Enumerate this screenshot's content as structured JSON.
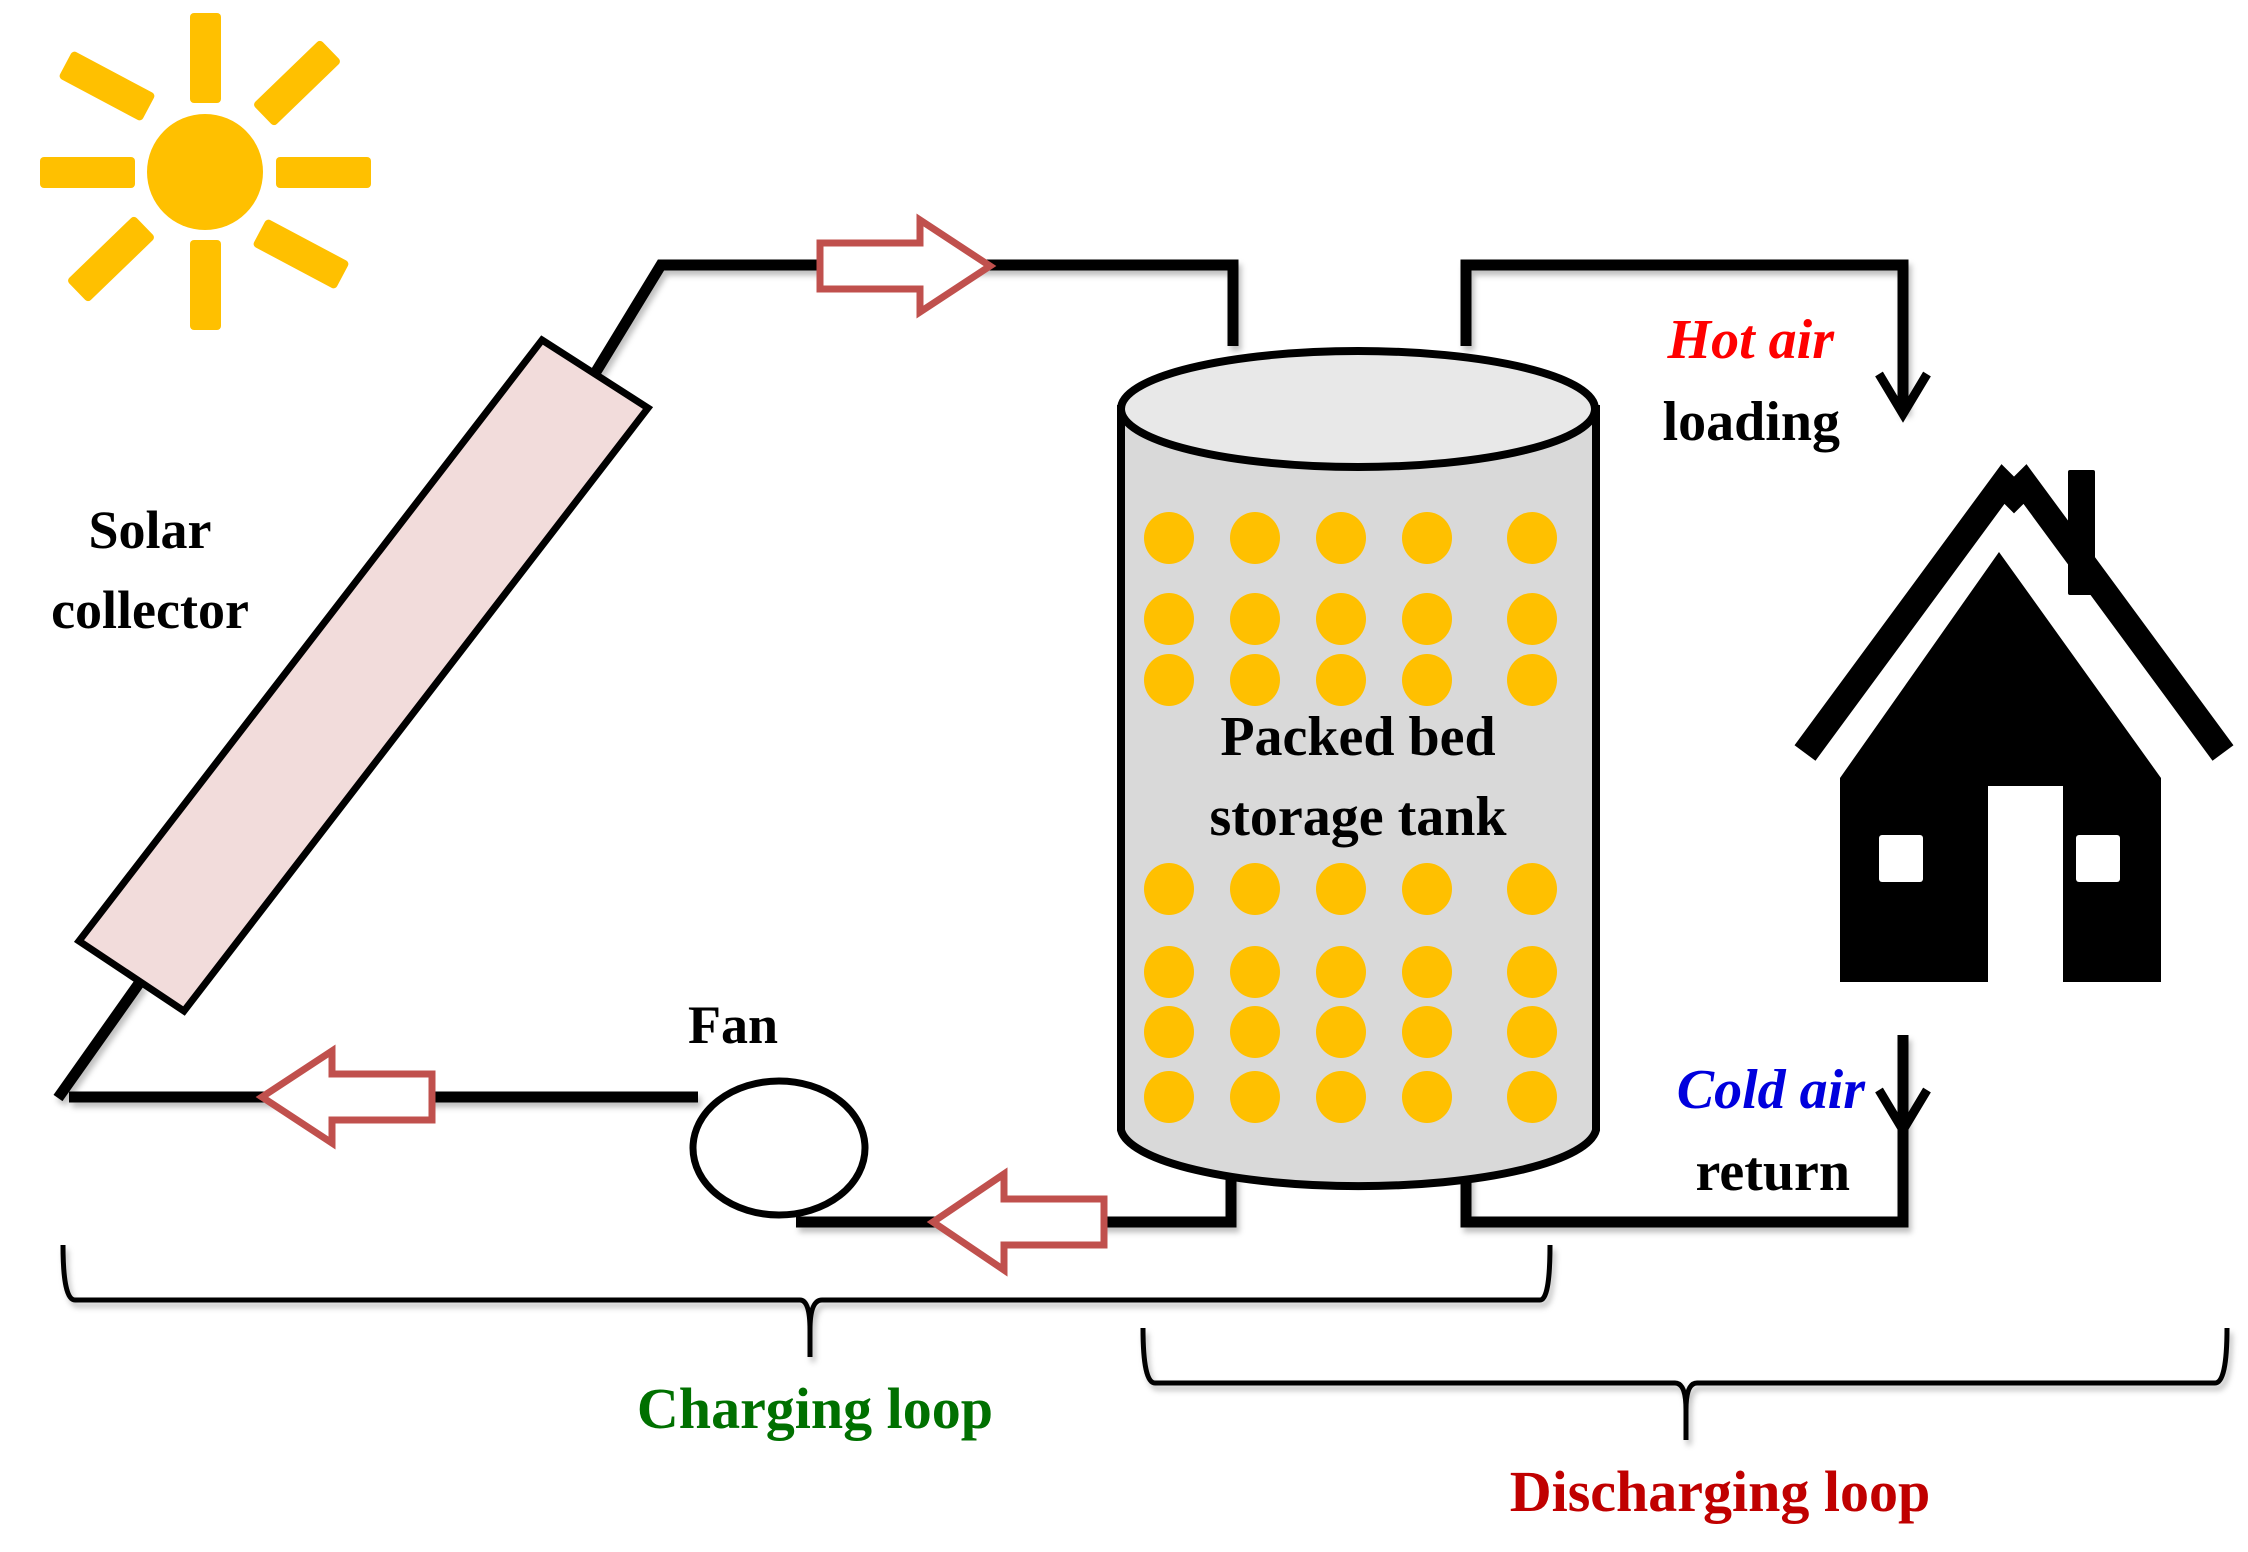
{
  "figure": {
    "title": "Solar air heating system with packed bed thermal storage",
    "labels": {
      "solar_collector_line1": "Solar",
      "solar_collector_line2": "collector",
      "fan": "Fan",
      "tank_line1": "Packed bed",
      "tank_line2": "storage tank",
      "hot_air": "Hot air",
      "loading": "loading",
      "cold_air": "Cold air",
      "return": "return",
      "charging_loop": "Charging loop",
      "discharging_loop": "Discharging loop"
    },
    "colors": {
      "sun": "#ffc000",
      "collector_fill": "#f2dcdb",
      "flow_arrow": "#c0504d",
      "tank_body": "#d9d9d9",
      "tank_top": "#e8e8e8",
      "storage_particles": "#ffc000",
      "hot_air_text": "#ff0000",
      "cold_air_text": "#0000ff",
      "charging_text": "#007000",
      "discharging_text": "#c00000"
    },
    "icons": [
      "sun-icon",
      "house-icon",
      "fan-icon",
      "flow-arrow-icon"
    ],
    "tank_particle_grid": {
      "columns": 5,
      "upper_rows": 3,
      "lower_rows": 4
    }
  }
}
